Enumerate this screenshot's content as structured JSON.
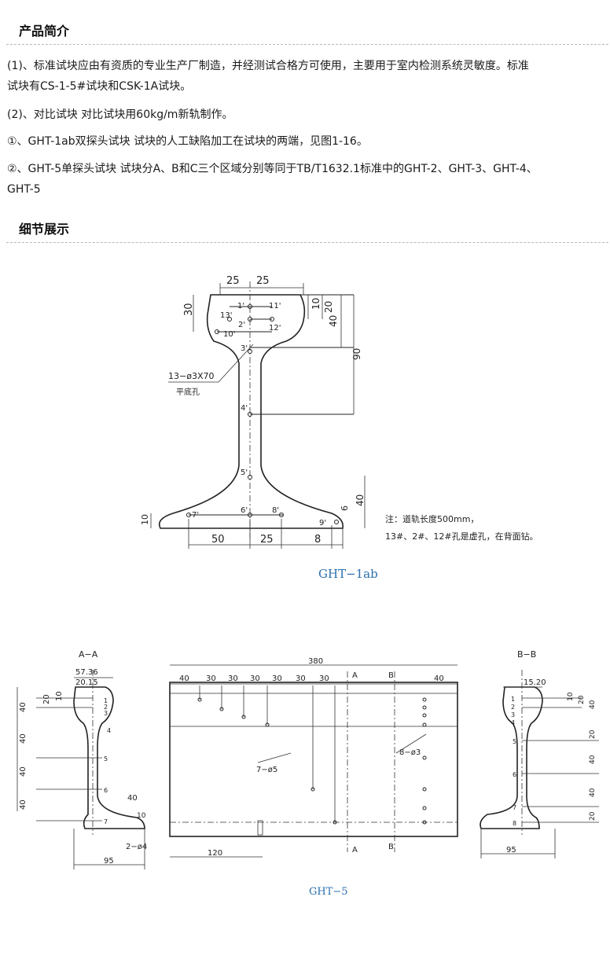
{
  "sections": {
    "intro_title": "产品简介",
    "detail_title": "细节展示"
  },
  "paragraphs": {
    "p1a": "(1)、标准试块应由有资质的专业生产厂制造，并经测试合格方可使用，主要用于室内检测系统灵敏度。标准",
    "p1b": "试块有CS-1-5#试块和CSK-1A试块。",
    "p2": "(2)、对比试块 对比试块用60kg/m新轨制作。",
    "p3": "①、GHT-1ab双探头试块 试块的人工缺陷加工在试块的两端，见图1-16。",
    "p4a": "②、GHT-5单探头试块 试块分A、B和C三个区域分别等同于TB/T1632.1标准中的GHT-2、GHT-3、GHT-4、",
    "p4b": "GHT-5"
  },
  "figure1": {
    "caption": "GHT−1ab",
    "dims": {
      "top_left": "25",
      "top_right": "25",
      "left_30": "30",
      "right_10": "10",
      "right_20": "20",
      "right_40": "40",
      "right_90": "90",
      "foot_40": "40",
      "foot_10": "10",
      "foot_6": "6",
      "bottom_50": "50",
      "bottom_25": "25",
      "bottom_8": "8"
    },
    "holes": {
      "h1": "1'",
      "h11": "11'",
      "h13": "13'",
      "h2": "2'",
      "h12": "12'",
      "h10": "10'",
      "h3": "3'",
      "h4": "4'",
      "h5": "5'",
      "h6": "6'",
      "h7": "7'",
      "h8": "8'",
      "h9": "9'"
    },
    "leader_label": "13−ø3X70",
    "leader_sub": "平底孔",
    "note1": "注：道轨长度500mm，",
    "note2": "13#、2#、12#孔是虚孔，在背面钻。"
  },
  "figure2": {
    "caption": "GHT−5",
    "aa": {
      "title": "A−A",
      "d1": "57.36",
      "d2": "20.15",
      "l20": "20",
      "l10": "10",
      "l40a": "40",
      "l40b": "40",
      "l40c": "40",
      "l40d": "40",
      "foot40": "40",
      "foot10": "10",
      "hole_label": "2−ø4",
      "bottom95": "95",
      "n1": "1",
      "n2": "2",
      "n3": "3",
      "n4": "4",
      "n5": "5",
      "n6": "6",
      "n7": "7"
    },
    "mid": {
      "total": "380",
      "d1": "40",
      "d2": "30",
      "d3": "30",
      "d4": "30",
      "d5": "30",
      "d6": "30",
      "d7": "30",
      "d8": "40",
      "secA": "A",
      "secB": "B",
      "secA2": "A",
      "secB2": "B",
      "label7": "7−ø5",
      "label8": "8−ø3",
      "bottom120": "120"
    },
    "bb": {
      "title": "B−B",
      "d1": "15.20",
      "r10": "10",
      "r20": "20",
      "r40": "40",
      "r20b": "20",
      "r40b": "40",
      "r40c": "40",
      "r20c": "20",
      "bottom95": "95",
      "n1": "1",
      "n2": "2",
      "n3": "3",
      "n4": "4",
      "n5": "5",
      "n6": "6",
      "n7": "7",
      "n8": "8"
    }
  }
}
